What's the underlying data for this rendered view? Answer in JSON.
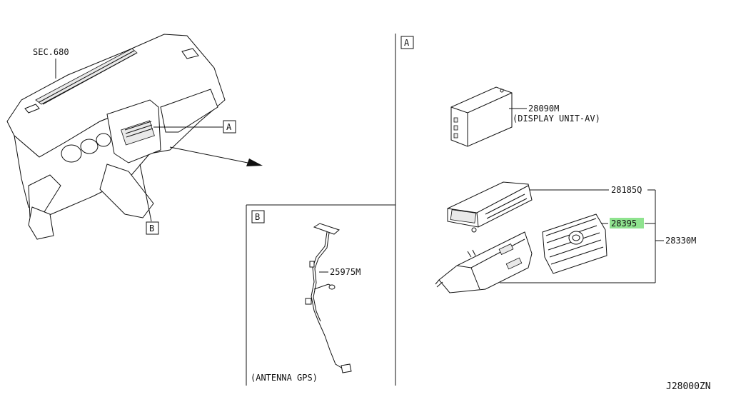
{
  "sections": {
    "a": "A",
    "b": "B"
  },
  "labels": {
    "sec_ref": "SEC.680",
    "callout_a": "A",
    "callout_b": "B",
    "display_unit_part": "28090M",
    "display_unit_desc": "(DISPLAY UNIT-AV)",
    "unit_part": "28185Q",
    "panel_part": "28395",
    "assembly_part": "28330M",
    "antenna_part": "25975M",
    "antenna_desc": "(ANTENNA GPS)",
    "diagram_code": "J28000ZN"
  },
  "colors": {
    "highlight": "#8fe38f",
    "line": "#111111"
  }
}
